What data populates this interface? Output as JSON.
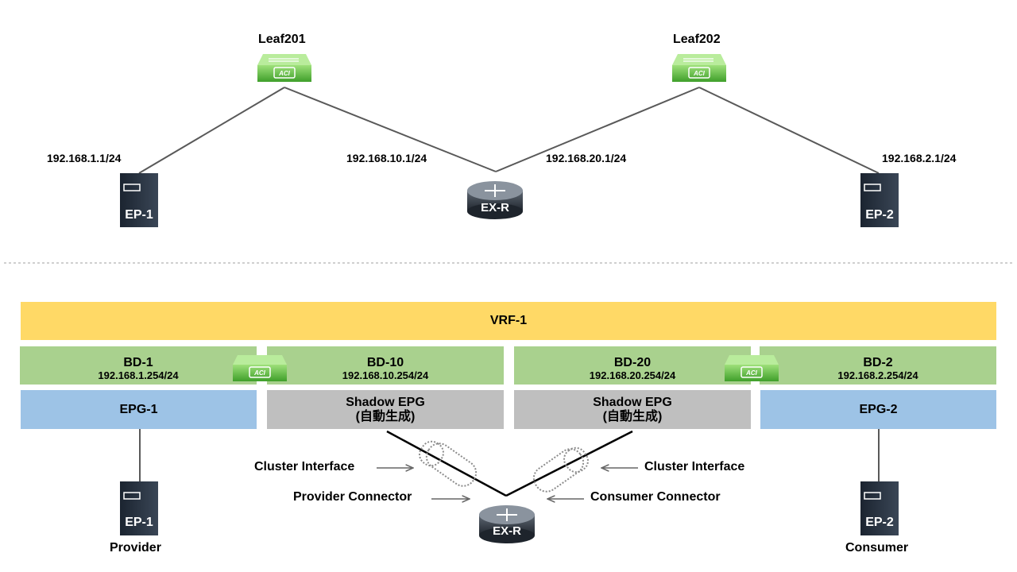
{
  "physical": {
    "leaf201": "Leaf201",
    "leaf202": "Leaf202",
    "ip_ep1": "192.168.1.1/24",
    "ip_router_left": "192.168.10.1/24",
    "ip_router_right": "192.168.20.1/24",
    "ip_ep2": "192.168.2.1/24",
    "ep1": "EP-1",
    "ep2": "EP-2",
    "router": "EX-R",
    "switch_icon_text": "ACI"
  },
  "logical": {
    "vrf": "VRF-1",
    "bd1": {
      "name": "BD-1",
      "subnet": "192.168.1.254/24"
    },
    "bd10": {
      "name": "BD-10",
      "subnet": "192.168.10.254/24"
    },
    "bd20": {
      "name": "BD-20",
      "subnet": "192.168.20.254/24"
    },
    "bd2": {
      "name": "BD-2",
      "subnet": "192.168.2.254/24"
    },
    "epg1": "EPG-1",
    "epg2": "EPG-2",
    "shadow_left": {
      "title": "Shadow EPG",
      "sub": "(自動生成)"
    },
    "shadow_right": {
      "title": "Shadow EPG",
      "sub": "(自動生成)"
    },
    "cluster_interface_left": "Cluster Interface",
    "cluster_interface_right": "Cluster Interface",
    "provider_connector": "Provider Connector",
    "consumer_connector": "Consumer Connector",
    "ep1": "EP-1",
    "ep2": "EP-2",
    "router": "EX-R",
    "provider": "Provider",
    "consumer": "Consumer"
  },
  "colors": {
    "vrf": "#FFD966",
    "bd": "#A9D18E",
    "epg": "#9DC3E6",
    "shadow_epg": "#BFBFBF",
    "switch_green": "#5DBB3F"
  }
}
